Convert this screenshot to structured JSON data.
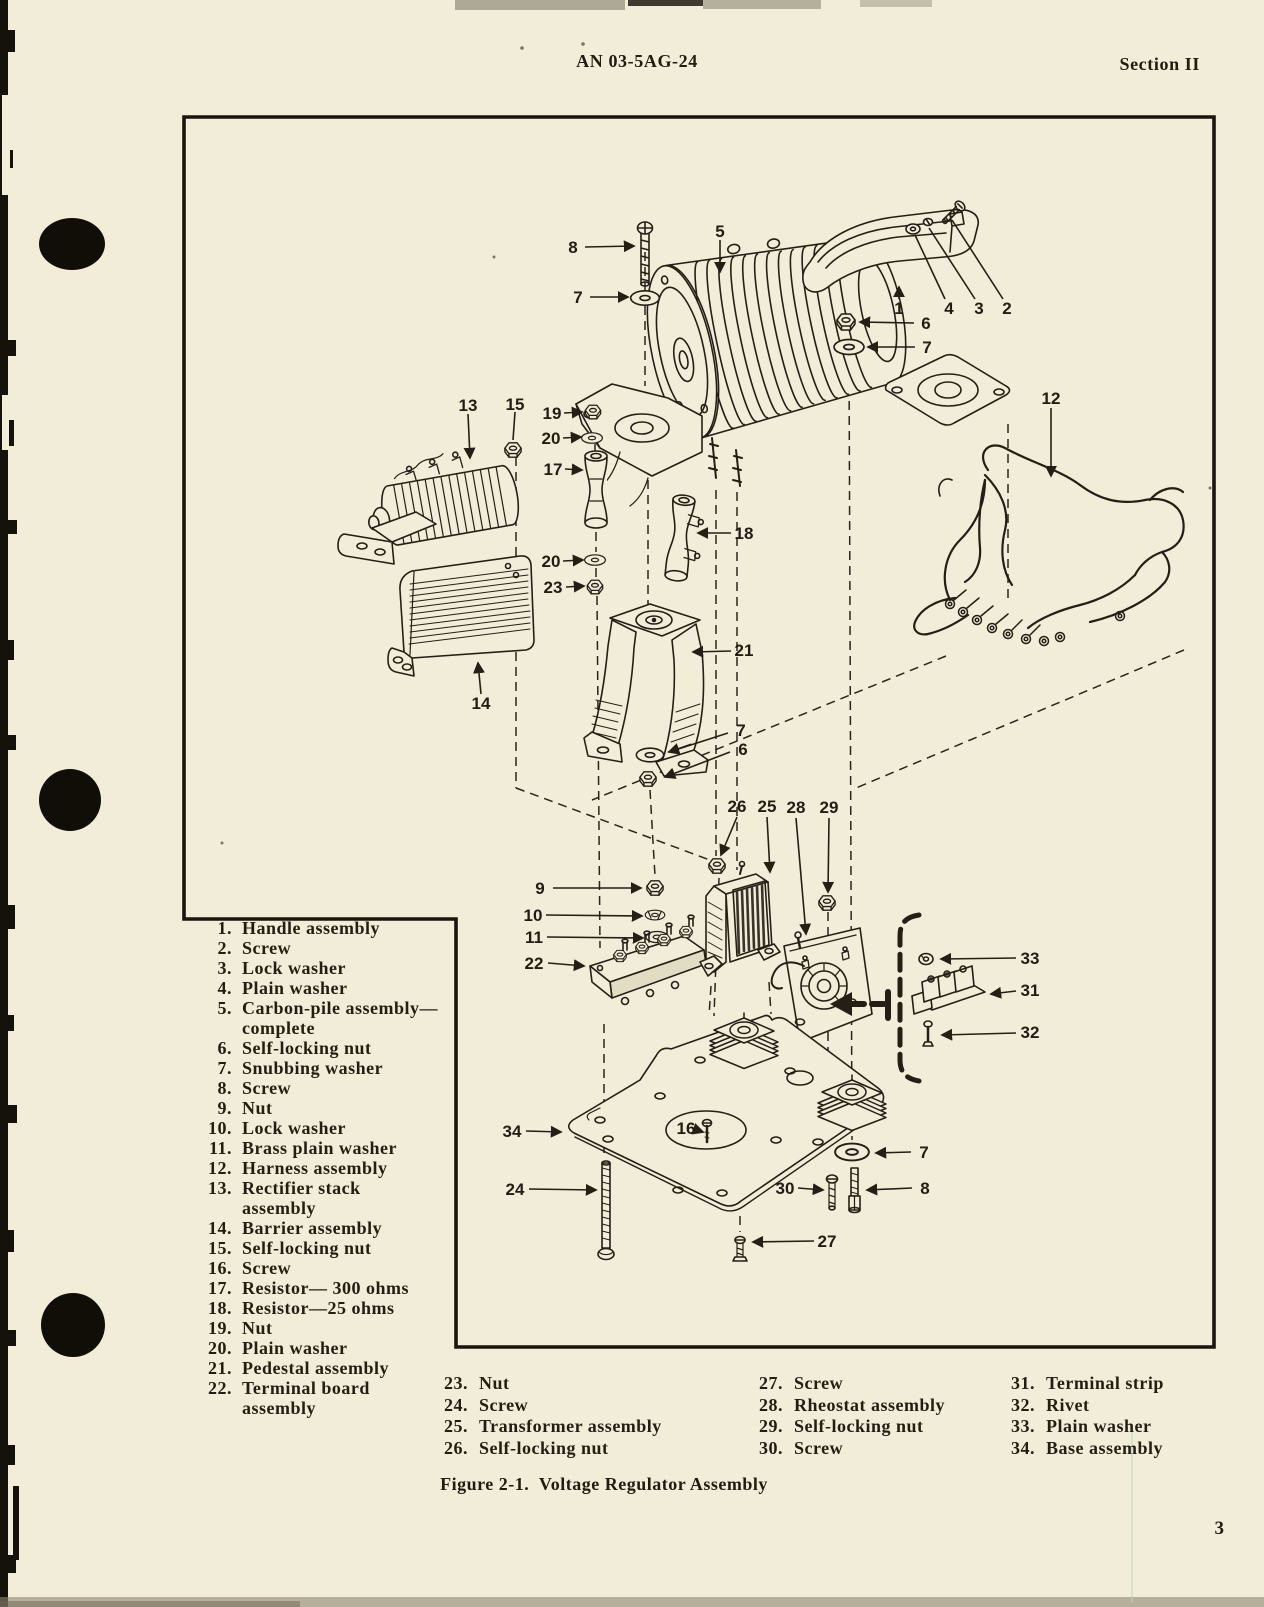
{
  "page": {
    "header_center": "AN 03-5AG-24",
    "header_right": "Section II",
    "caption": "Figure 2-1.  Voltage Regulator Assembly",
    "page_number": "3"
  },
  "colors": {
    "paper": "#f2edd9",
    "ink": "#241f15",
    "border": "#1a150e"
  },
  "parts_list": {
    "col1": [
      {
        "n": "1.",
        "t": "Handle assembly"
      },
      {
        "n": "2.",
        "t": "Screw"
      },
      {
        "n": "3.",
        "t": "Lock washer"
      },
      {
        "n": "4.",
        "t": "Plain washer"
      },
      {
        "n": "5.",
        "t": "Carbon-pile assembly—"
      },
      {
        "n": "",
        "t": "complete"
      },
      {
        "n": "6.",
        "t": "Self-locking nut"
      },
      {
        "n": "7.",
        "t": "Snubbing washer"
      },
      {
        "n": "8.",
        "t": "Screw"
      },
      {
        "n": "9.",
        "t": "Nut"
      },
      {
        "n": "10.",
        "t": "Lock washer"
      },
      {
        "n": "11.",
        "t": "Brass plain washer"
      },
      {
        "n": "12.",
        "t": "Harness assembly"
      },
      {
        "n": "13.",
        "t": "Rectifier stack"
      },
      {
        "n": "",
        "t": "assembly"
      },
      {
        "n": "14.",
        "t": "Barrier assembly"
      },
      {
        "n": "15.",
        "t": "Self-locking nut"
      },
      {
        "n": "16.",
        "t": "Screw"
      },
      {
        "n": "17.",
        "t": "Resistor— 300 ohms"
      },
      {
        "n": "18.",
        "t": "Resistor—25 ohms"
      },
      {
        "n": "19.",
        "t": "Nut"
      },
      {
        "n": "20.",
        "t": "Plain washer"
      },
      {
        "n": "21.",
        "t": "Pedestal assembly"
      },
      {
        "n": "22.",
        "t": "Terminal board"
      },
      {
        "n": "",
        "t": "assembly"
      }
    ],
    "col2": [
      {
        "n": "23.",
        "t": "Nut"
      },
      {
        "n": "24.",
        "t": "Screw"
      },
      {
        "n": "25.",
        "t": "Transformer assembly"
      },
      {
        "n": "26.",
        "t": "Self-locking nut"
      }
    ],
    "col3": [
      {
        "n": "27.",
        "t": "Screw"
      },
      {
        "n": "28.",
        "t": "Rheostat assembly"
      },
      {
        "n": "29.",
        "t": "Self-locking nut"
      },
      {
        "n": "30.",
        "t": "Screw"
      }
    ],
    "col4": [
      {
        "n": "31.",
        "t": "Terminal strip"
      },
      {
        "n": "32.",
        "t": "Rivet"
      },
      {
        "n": "33.",
        "t": "Plain washer"
      },
      {
        "n": "34.",
        "t": "Base assembly"
      }
    ]
  },
  "diagram": {
    "callouts": [
      "8",
      "7",
      "5",
      "1",
      "4",
      "3",
      "2",
      "6",
      "7",
      "12",
      "13",
      "15",
      "19",
      "20",
      "17",
      "18",
      "20",
      "23",
      "21",
      "14",
      "7",
      "6",
      "26",
      "25",
      "28",
      "29",
      "9",
      "10",
      "11",
      "22",
      "33",
      "31",
      "32",
      "34",
      "16",
      "24",
      "30",
      "8",
      "7",
      "27"
    ]
  }
}
